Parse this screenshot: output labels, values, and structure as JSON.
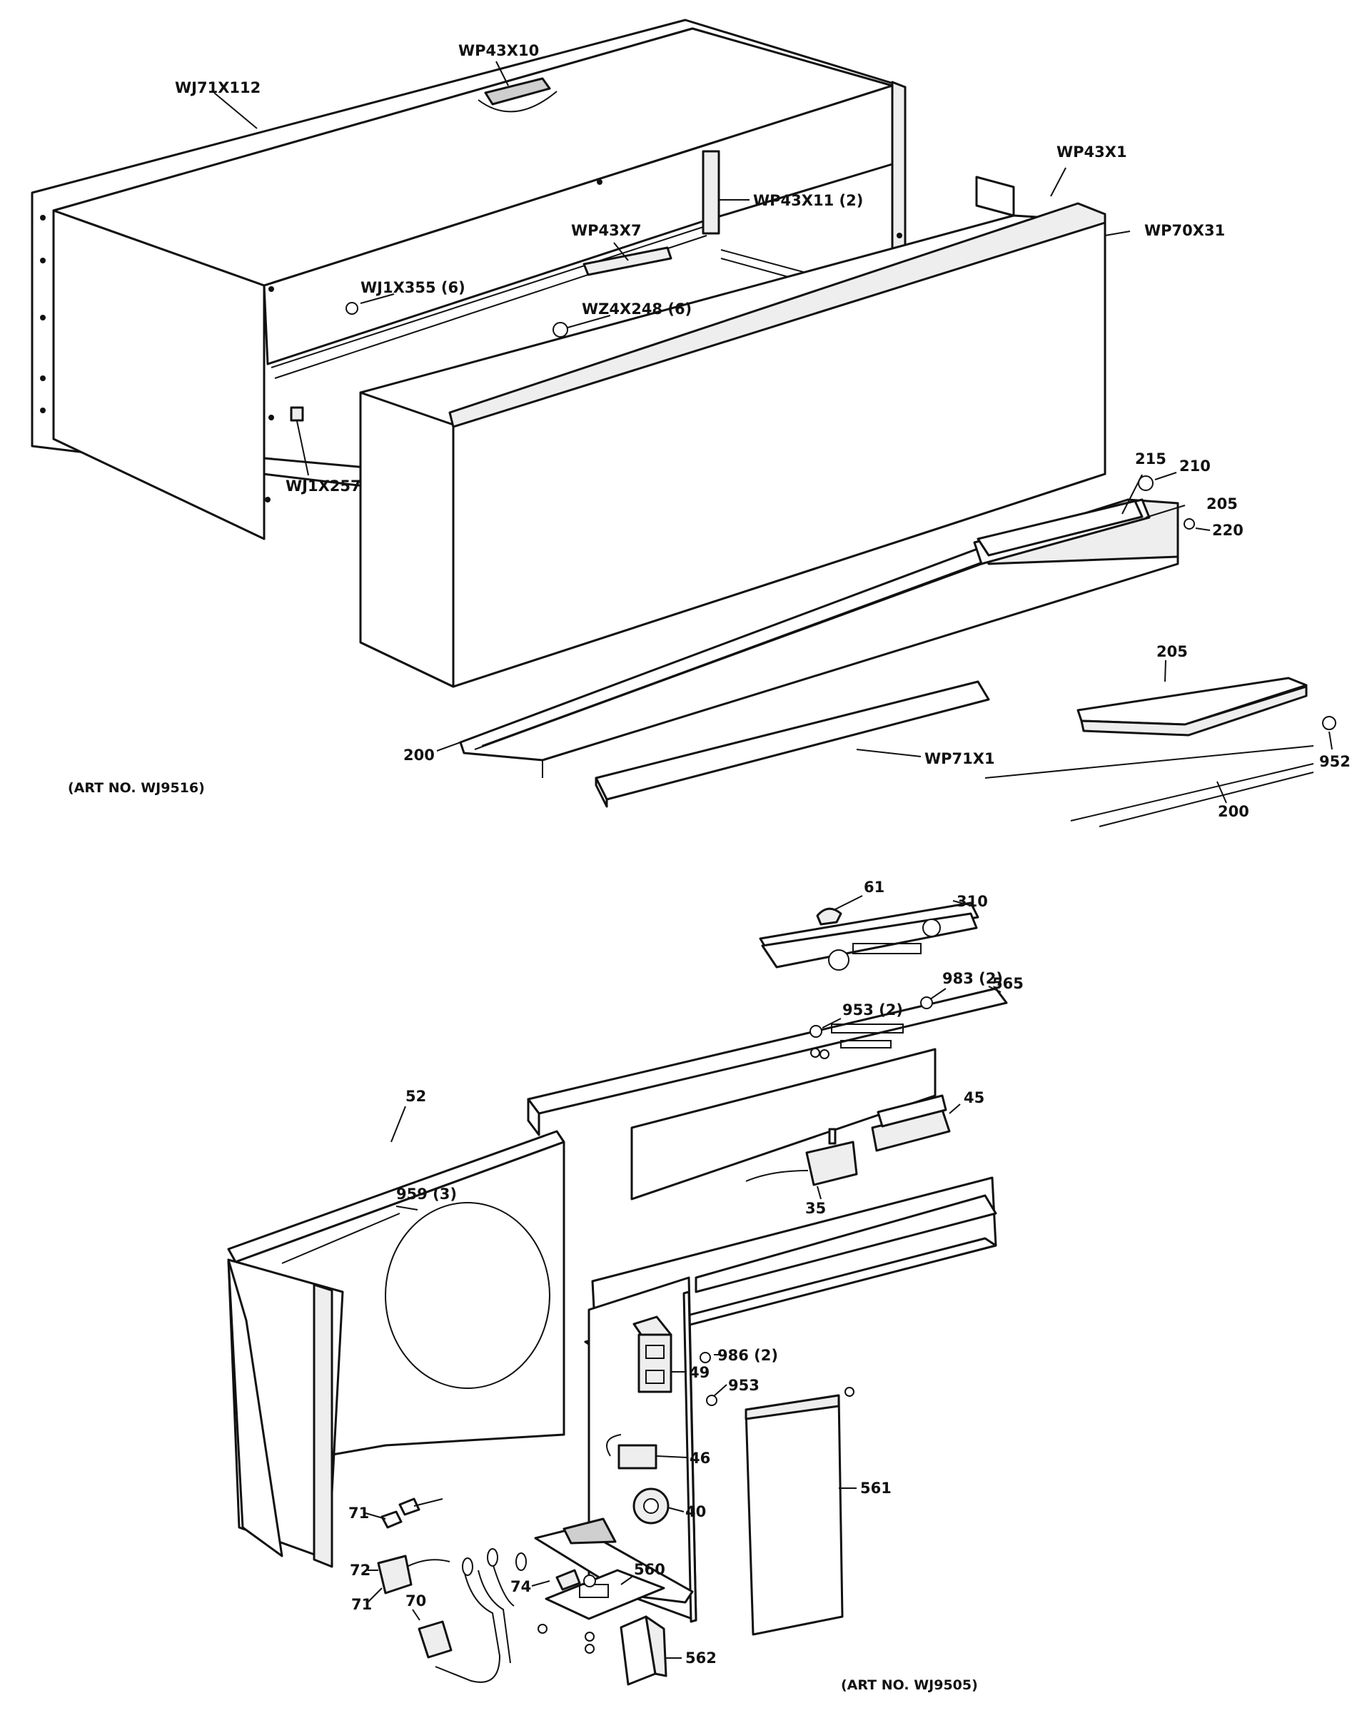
{
  "diagram_upper": {
    "art_no": "(ART NO. WJ9516)",
    "labels": {
      "wj71x112": "WJ71X112",
      "wp43x10": "WP43X10",
      "wp43x1": "WP43X1",
      "wp43x11": "WP43X11 (2)",
      "wp70x31": "WP70X31",
      "wp43x7": "WP43X7",
      "wj1x355": "WJ1X355 (6)",
      "wz4x248": "WZ4X248 (6)",
      "wj1x257": "WJ1X257",
      "p215": "215",
      "p210": "210",
      "p205a": "205",
      "p220": "220",
      "p205b": "205",
      "p952": "952",
      "p200a": "200",
      "wp71x1": "WP71X1",
      "p200b": "200"
    }
  },
  "diagram_lower": {
    "art_no": "(ART NO. WJ9505)",
    "labels": {
      "p61": "61",
      "p310": "310",
      "p983": "983 (2)",
      "p565": "565",
      "p953a": "953 (2)",
      "p45": "45",
      "p52": "52",
      "p959": "959 (3)",
      "p35": "35",
      "p986": "986 (2)",
      "p49": "49",
      "p953b": "953",
      "p46": "46",
      "p40": "40",
      "p561": "561",
      "p71a": "71",
      "p72": "72",
      "p71b": "71",
      "p74": "74",
      "p560": "560",
      "p70": "70",
      "p562": "562"
    }
  }
}
